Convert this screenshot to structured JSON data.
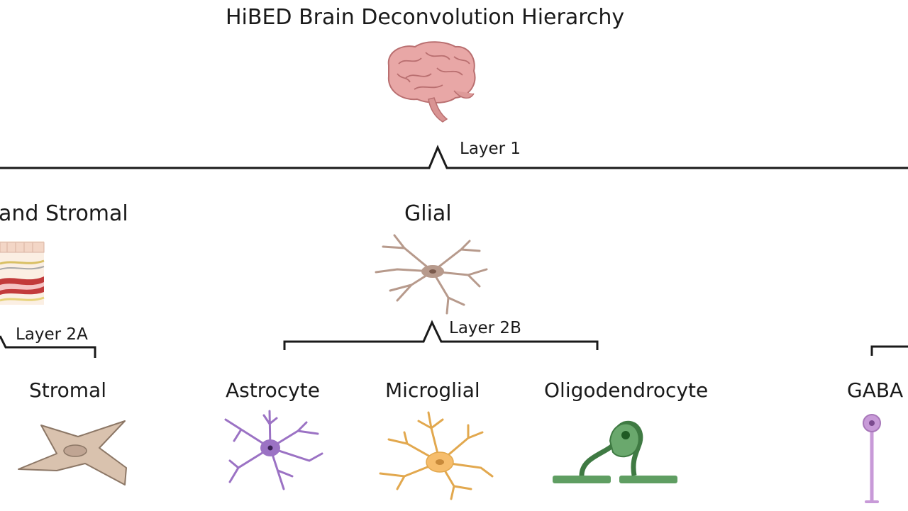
{
  "title": "HiBED Brain Deconvolution Hierarchy",
  "layers": {
    "layer1": "Layer 1",
    "layer2a": "Layer 2A",
    "layer2b": "Layer 2B"
  },
  "categories": {
    "endothelial_stromal": "and Stromal",
    "glial": "Glial"
  },
  "cell_types": {
    "stromal": "Stromal",
    "astrocyte": "Astrocyte",
    "microglial": "Microglial",
    "oligodendrocyte": "Oligodendrocyte",
    "gaba": "GABA"
  },
  "colors": {
    "line": "#1a1a1a",
    "brain": "#e8a7a6",
    "glial_cell": "#b79a8c",
    "stromal_cell": "#d9c2ae",
    "astrocyte": "#9b72c4",
    "microglial": "#f1b766",
    "oligodendrocyte": "#5f9e62",
    "gaba_neuron": "#c89ad8"
  }
}
